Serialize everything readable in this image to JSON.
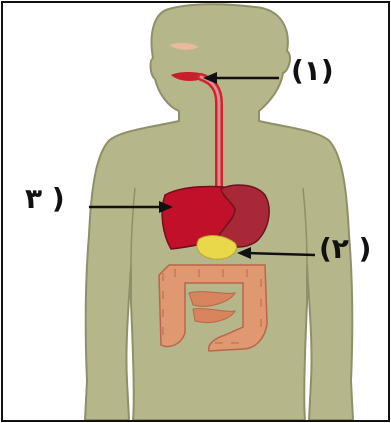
{
  "labels": {
    "one": "(١)",
    "three": "٣ )",
    "two": "(٢ )"
  },
  "colors": {
    "body_fill": "#b5b68a",
    "body_stroke": "#8f906a",
    "esophagus": "#c9262f",
    "liver": "#c0102a",
    "stomach": "#a82838",
    "gallbladder": "#e8d84a",
    "intestine": "#e09870",
    "mouth": "#c8202a",
    "arrow": "#111111"
  },
  "icons": {
    "mouth": "mouth-shape",
    "esophagus": "esophagus-tube",
    "liver": "liver-shape",
    "stomach": "stomach-shape",
    "gallbladder": "gallbladder-shape",
    "intestine": "intestine-shape"
  }
}
